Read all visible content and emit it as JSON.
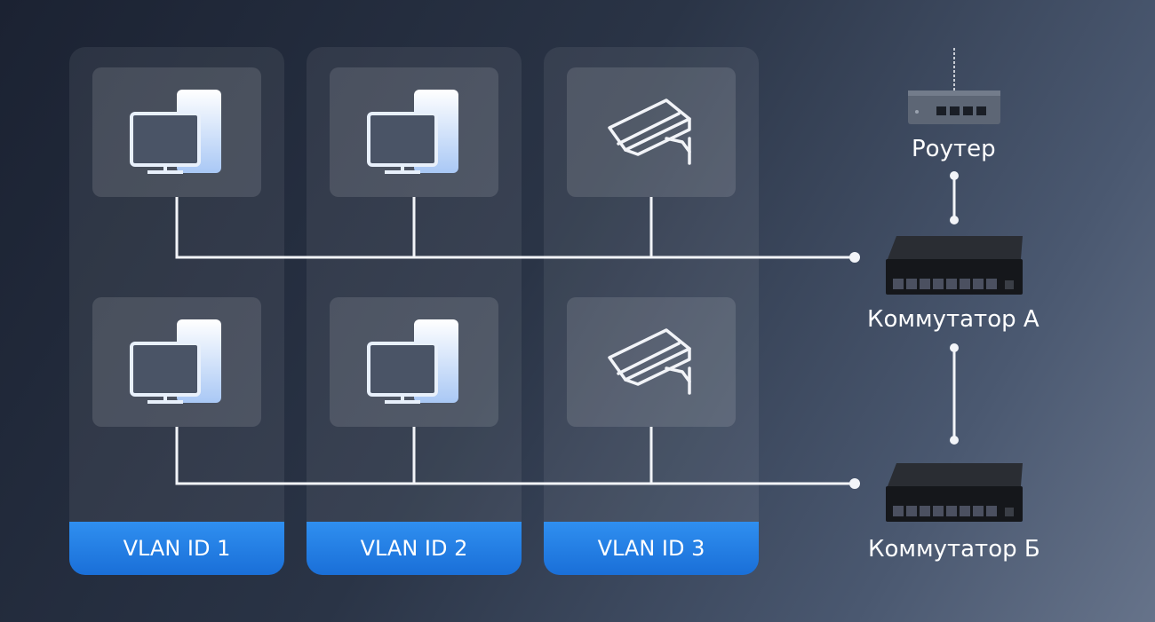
{
  "columns": [
    {
      "footer": "VLAN ID 1"
    },
    {
      "footer": "VLAN ID 2"
    },
    {
      "footer": "VLAN ID 3"
    }
  ],
  "devices": {
    "router_label": "Роутер",
    "switch_a_label": "Коммутатор А",
    "switch_b_label": "Коммутатор Б"
  },
  "icons": {
    "pc": "computer-icon",
    "camera": "security-camera-icon",
    "router": "router-icon",
    "switch": "switch-icon"
  },
  "colors": {
    "accent": "#2a85ea",
    "line": "#f2f4f8",
    "tile": "#4a5466"
  }
}
